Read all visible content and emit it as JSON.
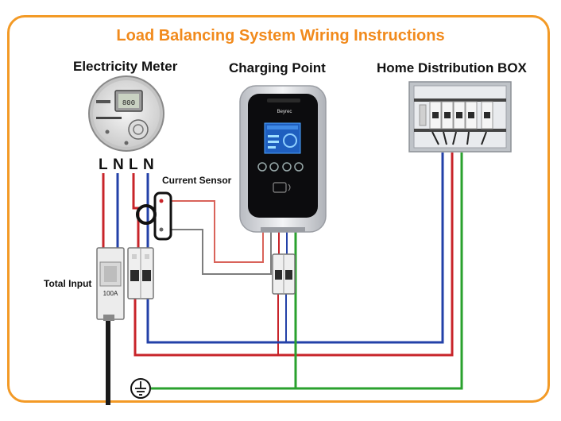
{
  "title": "Load Balancing System Wiring Instructions",
  "labels": {
    "meter": "Electricity Meter",
    "charger": "Charging Point",
    "box": "Home Distribution BOX",
    "current_sensor": "Current Sensor",
    "total_input": "Total Input"
  },
  "terminals": [
    "L",
    "N",
    "L",
    "N"
  ],
  "meter_display": "800",
  "breaker_rating": "100A",
  "charger_brand": "Beyrec",
  "colors": {
    "frame": "#f39a26",
    "title": "#f18a1c",
    "live_wire": "#c8242a",
    "neutral_wire": "#2341a8",
    "earth_wire": "#2aa12e",
    "signal_wire": "#d9635a",
    "sensor_wire": "#7d7d7d"
  }
}
